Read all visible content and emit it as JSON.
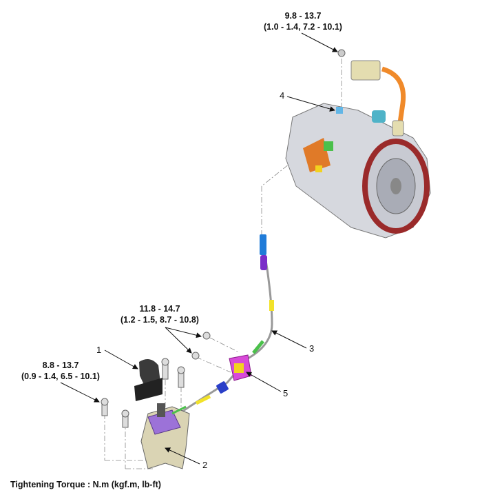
{
  "torques": {
    "transaxle_bolt": {
      "nm": "9.8 - 13.7",
      "alt": "(1.0 - 1.4, 7.2 - 10.1)"
    },
    "bracket_nuts": {
      "nm": "11.8 - 14.7",
      "alt": "(1.2 - 1.5, 8.7 - 10.8)"
    },
    "lever_bolts": {
      "nm": "8.8 - 13.7",
      "alt": "(0.9 - 1.4, 6.5 - 10.1)"
    }
  },
  "callouts": [
    "1",
    "2",
    "3",
    "4",
    "5"
  ],
  "footer": "Tightening Torque : N.m (kgf.m, lb-ft)"
}
